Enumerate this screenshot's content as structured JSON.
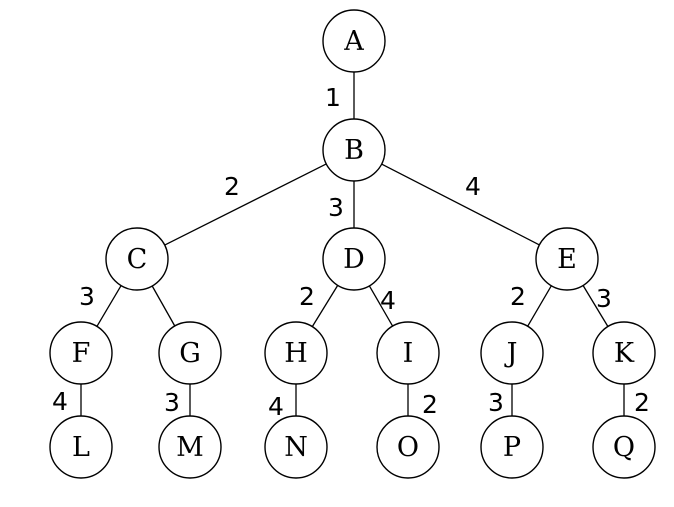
{
  "nodes": [
    {
      "id": "A",
      "label": "A"
    },
    {
      "id": "B",
      "label": "B"
    },
    {
      "id": "C",
      "label": "C"
    },
    {
      "id": "D",
      "label": "D"
    },
    {
      "id": "E",
      "label": "E"
    },
    {
      "id": "F",
      "label": "F"
    },
    {
      "id": "G",
      "label": "G"
    },
    {
      "id": "H",
      "label": "H"
    },
    {
      "id": "I",
      "label": "I"
    },
    {
      "id": "J",
      "label": "J"
    },
    {
      "id": "K",
      "label": "K"
    },
    {
      "id": "L",
      "label": "L"
    },
    {
      "id": "M",
      "label": "M"
    },
    {
      "id": "N",
      "label": "N"
    },
    {
      "id": "O",
      "label": "O"
    },
    {
      "id": "P",
      "label": "P"
    },
    {
      "id": "Q",
      "label": "Q"
    }
  ],
  "edges": [
    {
      "from": "A",
      "to": "B",
      "weight": "1"
    },
    {
      "from": "B",
      "to": "C",
      "weight": "2"
    },
    {
      "from": "B",
      "to": "D",
      "weight": "3"
    },
    {
      "from": "B",
      "to": "E",
      "weight": "4"
    },
    {
      "from": "C",
      "to": "F",
      "weight": "3"
    },
    {
      "from": "C",
      "to": "G",
      "weight": ""
    },
    {
      "from": "D",
      "to": "H",
      "weight": "2"
    },
    {
      "from": "D",
      "to": "I",
      "weight": "4"
    },
    {
      "from": "E",
      "to": "J",
      "weight": "2"
    },
    {
      "from": "E",
      "to": "K",
      "weight": "3"
    },
    {
      "from": "F",
      "to": "L",
      "weight": "4"
    },
    {
      "from": "G",
      "to": "M",
      "weight": "3"
    },
    {
      "from": "H",
      "to": "N",
      "weight": "4"
    },
    {
      "from": "I",
      "to": "O",
      "weight": "2"
    },
    {
      "from": "J",
      "to": "P",
      "weight": "3"
    },
    {
      "from": "K",
      "to": "Q",
      "weight": "2"
    }
  ]
}
